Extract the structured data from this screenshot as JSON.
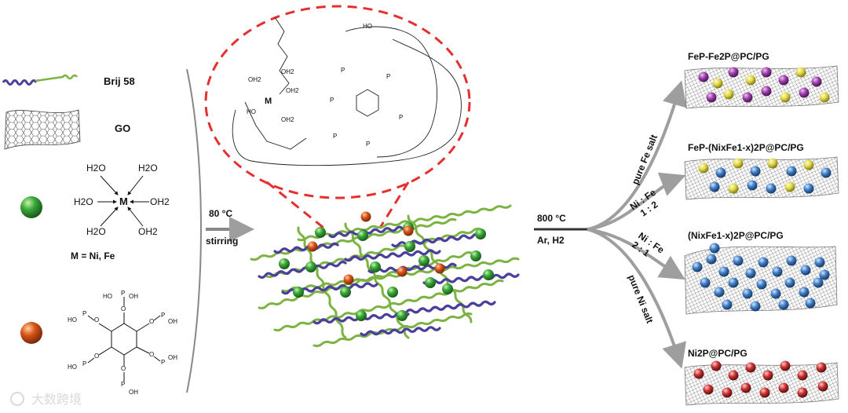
{
  "legend": {
    "surfactant": "Brij 58",
    "graphene_oxide": "GO",
    "metal_complex": {
      "ligands": [
        "H2O",
        "H2O",
        "H2O",
        "OH2",
        "H2O",
        "OH2"
      ],
      "center": "M",
      "definition": "M = Ni, Fe"
    },
    "phytic_acid_group": {
      "phosphate": "P",
      "oxygen": "O",
      "hydroxyl": "OH",
      "hydroxyl_left": "HO"
    }
  },
  "conditions": {
    "mixing": "80 °C",
    "mixing_method": "stirring",
    "anneal_temp": "800 °C",
    "anneal_atmosphere": "Ar, H2"
  },
  "zoom_inset": {
    "metal_center": "M",
    "water_label": "OH2",
    "hydroxyl_label": "HO",
    "phosphate": "P"
  },
  "branches": [
    {
      "route": "pure Fe salt",
      "product": "FeP-Fe2P@PC/PG"
    },
    {
      "route": "Ni : Fe\n1 : 2",
      "product": "FeP-(NixFe1-x)2P@PC/PG"
    },
    {
      "route": "Ni : Fe\n2 : 1",
      "product": "(NixFe1-x)2P@PC/PG"
    },
    {
      "route": "pure Ni salt",
      "product": "Ni2P@PC/PG"
    }
  ],
  "watermark": "大数跨境",
  "colors": {
    "chain_blue": "#4a3f9a",
    "chain_green": "#7cb342",
    "sphere_green": "#3aa83a",
    "sphere_orange": "#d9541a",
    "dashed_red": "#e53030",
    "arrow_grey": "#9e9e9e",
    "np_purple": "#9b3fa8",
    "np_yellow": "#e0d84a",
    "np_blue": "#3f7cc4",
    "np_red": "#c83030"
  }
}
